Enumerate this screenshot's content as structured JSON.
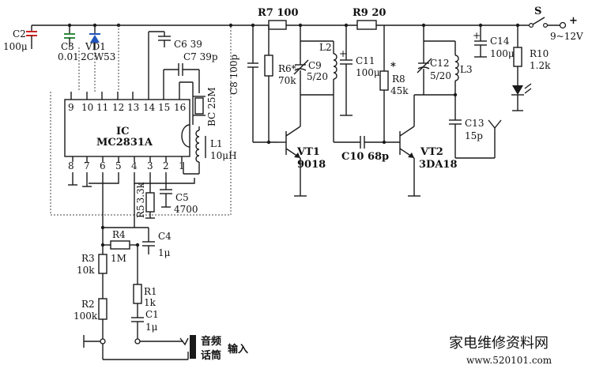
{
  "colors": {
    "ink": "#1a1a1a",
    "cap_red": "#cc2222",
    "cap_green": "#2e8b3a",
    "diode_blue": "#2255bb",
    "watermark": "#e7b9b9"
  },
  "ic": {
    "name": "IC",
    "part": "MC2831A",
    "top_pins": [
      "9",
      "10",
      "11",
      "12",
      "13",
      "14",
      "15",
      "16"
    ],
    "bottom_pins": [
      "8",
      "7",
      "6",
      "5",
      "4",
      "3",
      "2",
      "1"
    ]
  },
  "components": {
    "c2": {
      "ref": "C2",
      "value": "100μ"
    },
    "c3": {
      "ref": "C3",
      "value": "0.01"
    },
    "vd1": {
      "ref": "VD1",
      "value": "2CW53"
    },
    "c6": {
      "ref": "C6",
      "value": "39"
    },
    "c7": {
      "ref": "C7",
      "value": "39p"
    },
    "bc": {
      "ref": "BC",
      "value": "25M"
    },
    "l1": {
      "ref": "L1",
      "value": "10μH"
    },
    "c5": {
      "ref": "C5",
      "value": "4700"
    },
    "r5": {
      "ref": "R5",
      "value": "3.3k"
    },
    "r7": {
      "ref": "R7",
      "value": "100"
    },
    "r9": {
      "ref": "R9",
      "value": "20"
    },
    "c8": {
      "ref": "C8",
      "value": "100p"
    },
    "r6": {
      "ref": "R6*",
      "value": "70k"
    },
    "l2": {
      "ref": "L2"
    },
    "c9": {
      "ref": "C9",
      "value": "5/20"
    },
    "c11": {
      "ref": "C11",
      "value": "100μ"
    },
    "r8": {
      "ref": "R8",
      "value": "45k",
      "mark": "*"
    },
    "c12": {
      "ref": "C12",
      "value": "5/20"
    },
    "l3": {
      "ref": "L3"
    },
    "c14": {
      "ref": "C14",
      "value": "100μ"
    },
    "r10": {
      "ref": "R10",
      "value": "1.2k"
    },
    "s": {
      "ref": "S"
    },
    "supply": {
      "value": "9~12V",
      "sign": "+"
    },
    "vt1": {
      "ref": "VT1",
      "value": "9018"
    },
    "vt2": {
      "ref": "VT2",
      "value": "3DA18"
    },
    "c10": {
      "ref": "C10",
      "value": "68p"
    },
    "c13": {
      "ref": "C13",
      "value": "15p"
    },
    "r4": {
      "ref": "R4",
      "value": "1M"
    },
    "c4": {
      "ref": "C4",
      "value": "1μ"
    },
    "r3": {
      "ref": "R3",
      "value": "10k"
    },
    "r1": {
      "ref": "R1",
      "value": "1k"
    },
    "c1": {
      "ref": "C1",
      "value": "1μ"
    },
    "r2": {
      "ref": "R2",
      "value": "100k"
    }
  },
  "input": {
    "line1": "音频",
    "line2": "话筒",
    "label": "输入"
  },
  "watermark": {
    "text": "家电维修资料网",
    "url": "www.520101.com"
  }
}
